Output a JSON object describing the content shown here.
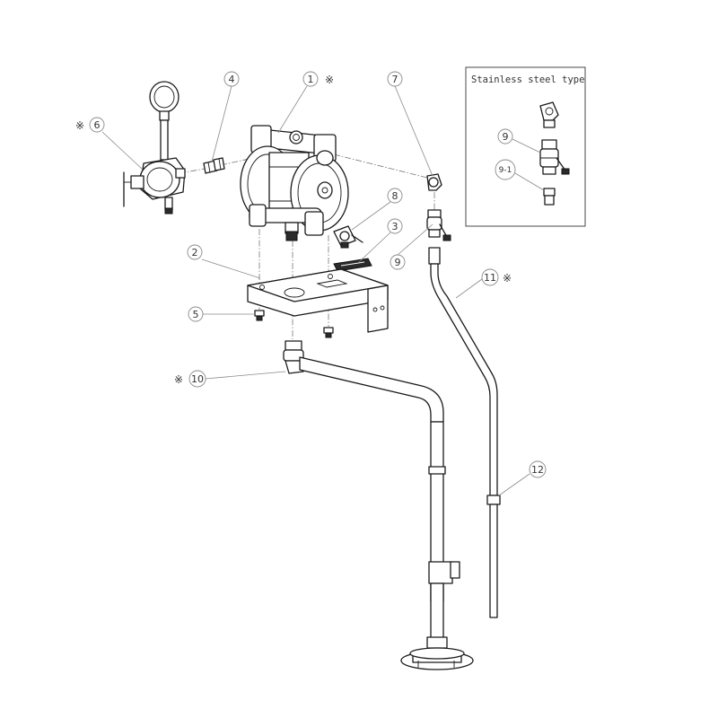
{
  "inset": {
    "title": "Stainless steel type"
  },
  "callouts": [
    {
      "id": "1",
      "label": "1",
      "mark": "※"
    },
    {
      "id": "2",
      "label": "2",
      "mark": ""
    },
    {
      "id": "3",
      "label": "3",
      "mark": ""
    },
    {
      "id": "4",
      "label": "4",
      "mark": ""
    },
    {
      "id": "5",
      "label": "5",
      "mark": ""
    },
    {
      "id": "6",
      "label": "6",
      "mark": "※"
    },
    {
      "id": "7",
      "label": "7",
      "mark": ""
    },
    {
      "id": "8",
      "label": "8",
      "mark": ""
    },
    {
      "id": "9",
      "label": "9",
      "mark": ""
    },
    {
      "id": "10",
      "label": "10",
      "mark": "※"
    },
    {
      "id": "11",
      "label": "11",
      "mark": "※"
    },
    {
      "id": "12",
      "label": "12",
      "mark": ""
    },
    {
      "id": "9i",
      "label": "9",
      "mark": ""
    },
    {
      "id": "91i",
      "label": "9-1",
      "mark": ""
    }
  ]
}
